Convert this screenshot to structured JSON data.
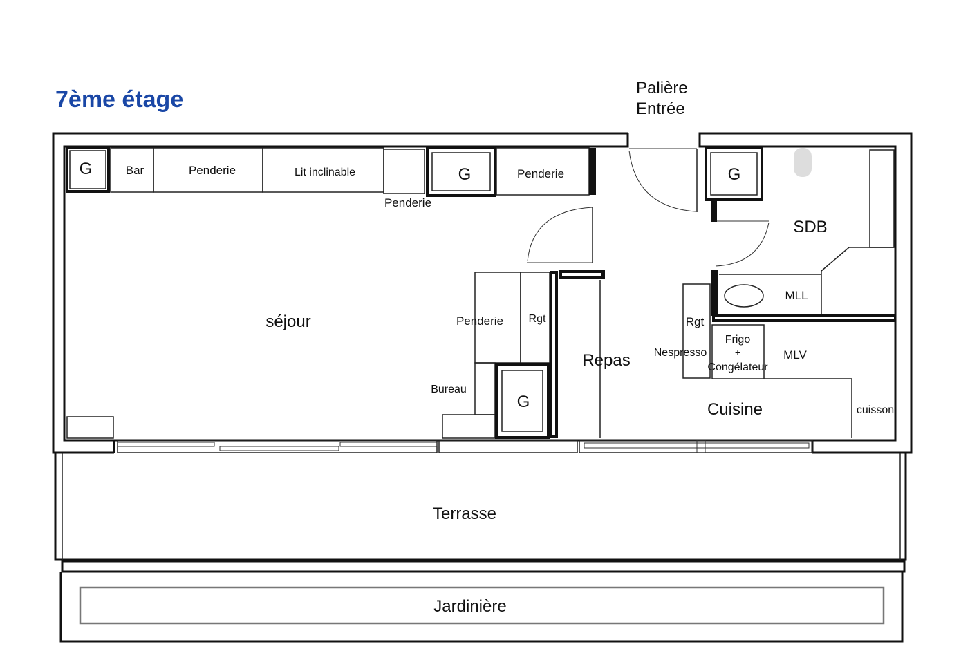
{
  "title": "7ème étage",
  "accent_color": "#1a47a6",
  "entrance": {
    "line1": "Palière",
    "line2": "Entrée"
  },
  "rooms": {
    "sejour": "séjour",
    "repas": "Repas",
    "cuisine": "Cuisine",
    "sdb": "SDB",
    "terrasse": "Terrasse",
    "jardiniere": "Jardinière"
  },
  "furniture": {
    "g_label": "G",
    "bar": "Bar",
    "penderie": "Penderie",
    "lit": "Lit inclinable",
    "rgt": "Rgt",
    "bureau": "Bureau",
    "mll": "MLL",
    "mlv": "MLV",
    "nespresso": "Nespresso",
    "frigo1": "Frigo",
    "frigo2": "+",
    "frigo3": "Congélateur",
    "cuisson": "cuisson"
  }
}
